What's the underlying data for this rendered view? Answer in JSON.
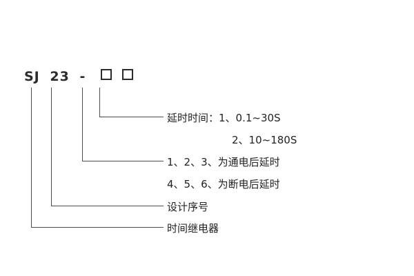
{
  "diagram": {
    "model": {
      "prefix": "SJ",
      "number": "23",
      "separator": "-"
    },
    "option_boxes": [
      "empty-box",
      "empty-box"
    ],
    "annotations": {
      "delay_time_title": "延时时间：1、0.1~30S",
      "delay_time_option2": "2、10~180S",
      "power_on_delay": "1、2、3、为通电后延时",
      "power_off_delay": "4、5、6、为断电后延时",
      "design_serial": "设计序号",
      "device_name": "时间继电器"
    },
    "colors": {
      "line": "#4a4a4a",
      "text": "#222222",
      "background": "#ffffff"
    }
  }
}
